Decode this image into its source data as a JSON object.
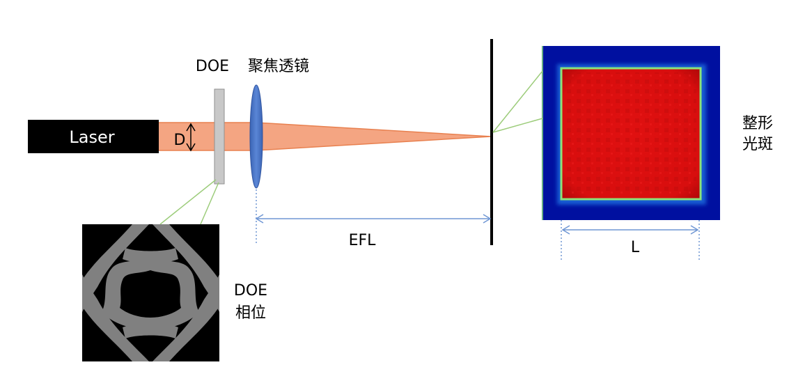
{
  "labels": {
    "laser": "Laser",
    "doe": "DOE",
    "lens": "聚焦透镜",
    "beam_diameter": "D",
    "efl": "EFL",
    "spot_size": "L",
    "spot_caption_line1": "整形",
    "spot_caption_line2": "光斑",
    "phase_caption_line1": "DOE",
    "phase_caption_line2": "相位"
  },
  "colors": {
    "laser_body": "#000000",
    "beam": "#f4a582",
    "beam_edge": "#e8804f",
    "doe_plate": "#c8c8c8",
    "lens": "#4472c4",
    "dimension_line": "#6f96d4",
    "callout_line": "#9ccc7a",
    "spot_background": "#0010a0",
    "spot_fill": "#e01010",
    "spot_rim": "#8be37a",
    "phase_dark": "#000000",
    "phase_light": "#808080"
  }
}
